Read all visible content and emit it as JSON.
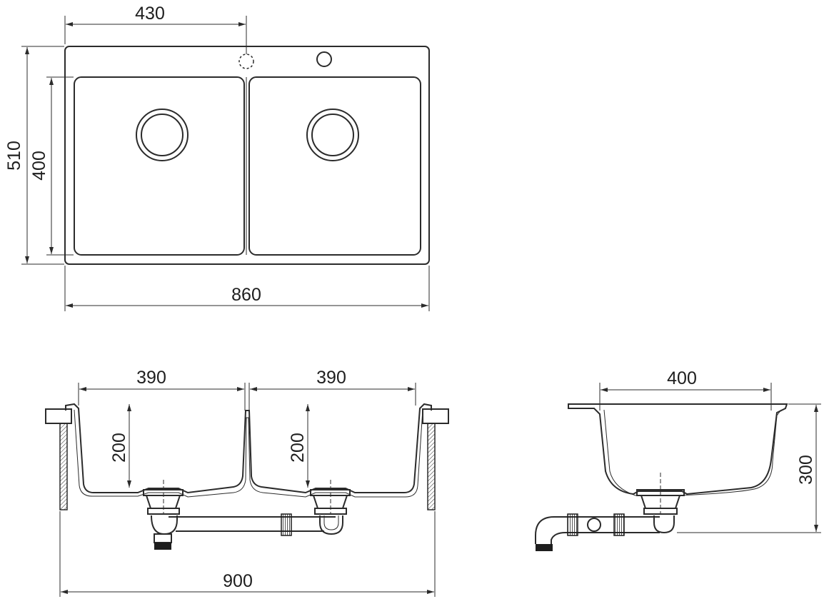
{
  "top_view": {
    "dims": {
      "tap_offset": "430",
      "overall_depth": "510",
      "bowl_depth": "400",
      "overall_width": "860"
    }
  },
  "front_view": {
    "dims": {
      "left_bowl_width": "390",
      "right_bowl_width": "390",
      "left_bowl_height": "200",
      "right_bowl_height": "200",
      "cabinet_width": "900"
    }
  },
  "side_view": {
    "dims": {
      "bowl_width": "400",
      "install_height": "300"
    }
  }
}
